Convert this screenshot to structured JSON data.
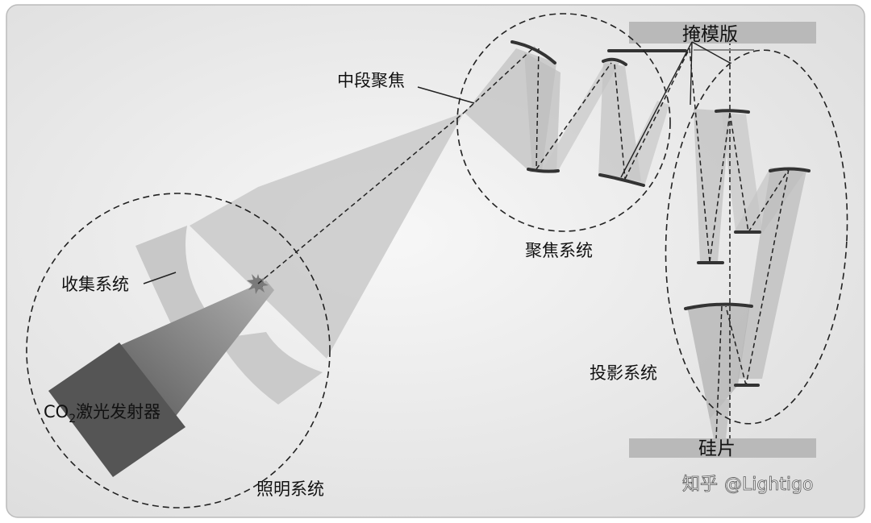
{
  "labels": {
    "mask": "掩模版",
    "wafer": "硅片",
    "intermediate_focus": "中段聚焦",
    "collection_system": "收集系统",
    "focusing_system": "聚焦系统",
    "projection_system": "投影系统",
    "illumination_system": "照明系统",
    "laser_co": "CO",
    "laser_sub": "2",
    "laser_rest": "激光发射器"
  },
  "watermark": {
    "brand": "知乎",
    "handle": "@Lightigo"
  },
  "colors": {
    "frame_bg": "#e9e9e9",
    "plate": "#b9b9b9",
    "mirror": "#3a3a3a",
    "beam": "#c9c9c9",
    "laser_box": "#555555"
  }
}
